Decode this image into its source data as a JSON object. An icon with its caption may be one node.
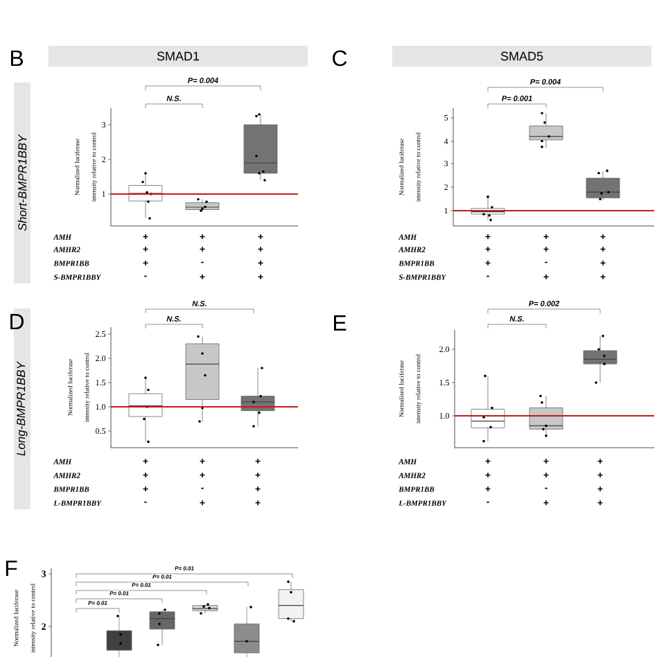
{
  "diagram": {
    "nodes": [
      {
        "text": [
          "SMAD1"
        ]
      },
      {
        "text": [
          "SMAD5"
        ]
      },
      {
        "text": [
          "Short-BMPR1BBY"
        ]
      },
      {
        "text": [
          "Long-BMPR1BBY"
        ]
      }
    ],
    "labels": [
      "B",
      "P= 0.004",
      "N.S.",
      "3",
      "2",
      "1",
      "Normalized luciferase intensity relative to control",
      "AMH",
      "+",
      "+",
      "+",
      "AMHR2",
      "+",
      "+",
      "+",
      "BMPR1BB",
      "+",
      "-",
      "+",
      "S-BMPR1BBY",
      "-",
      "+",
      "+",
      "C",
      "P= 0.004",
      "P= 0.001",
      "5",
      "4",
      "3",
      "2",
      "1",
      "Normalized luciferase intensity relative to control",
      "AMH",
      "+",
      "+",
      "+",
      "AMHR2",
      "+",
      "+",
      "+",
      "BMPR1BB",
      "+",
      "-",
      "+",
      "S-BMPR1BBY",
      "-",
      "+",
      "+",
      "D",
      "N.S.",
      "N.S.",
      "2.5",
      "2.0",
      "1.5",
      "1.0",
      "0.5",
      "Normalized luciferase intensity relative to control",
      "AMH",
      "+",
      "+",
      "+",
      "AMHR2",
      "+",
      "+",
      "+",
      "BMPR1BB",
      "+",
      "-",
      "+",
      "L-BMPR1BBY",
      "-",
      "+",
      "+",
      "E",
      "P= 0.002",
      "N.S.",
      "2.0",
      "1.5",
      "1.0",
      "Normalized luciferase intensity relative to control",
      "AMH",
      "+",
      "+",
      "+",
      "AMHR2",
      "+",
      "+",
      "+",
      "BMPR1BB",
      "+",
      "-",
      "+",
      "L-BMPR1BBY",
      "-",
      "+",
      "+",
      "F",
      "P= 0.01",
      "P= 0.01",
      "P= 0.01",
      "P= 0.01",
      "P= 0.01",
      "3",
      "2",
      "Normalized luciferase intensity relative to control"
    ]
  }
}
